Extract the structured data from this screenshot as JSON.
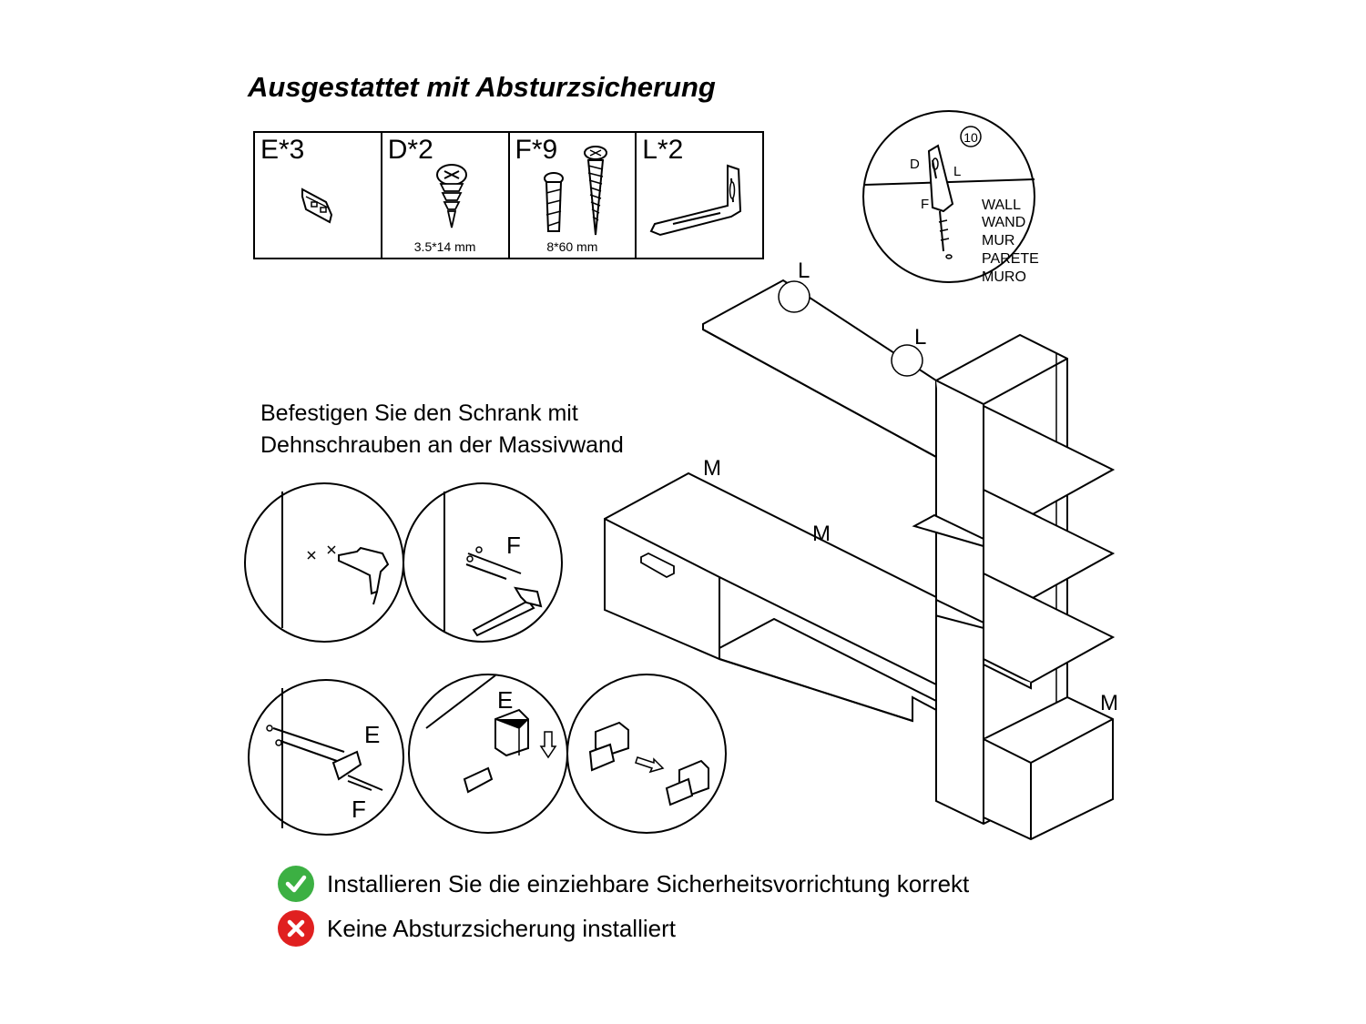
{
  "title": "Ausgestattet mit Absturzsicherung",
  "parts": [
    {
      "label": "E*3",
      "size": ""
    },
    {
      "label": "D*2",
      "size": "3.5*14 mm"
    },
    {
      "label": "F*9",
      "size": "8*60 mm"
    },
    {
      "label": "L*2",
      "size": ""
    }
  ],
  "wall_detail": {
    "step": "10",
    "labels": {
      "d": "D",
      "l": "L",
      "f": "F"
    },
    "wall_words": [
      "WALL",
      "WAND",
      "MUR",
      "PARETE",
      "MURO"
    ]
  },
  "instruction_lines": [
    "Befestigen Sie den Schrank mit",
    "Dehnschrauben an der Massivwand"
  ],
  "cabinet_labels": {
    "l1": "L",
    "l2": "L",
    "m1": "M",
    "m2": "M",
    "m3": "M"
  },
  "detail_labels": {
    "f_top": "F",
    "e_left": "E",
    "f_left": "F",
    "e_mid": "E"
  },
  "legend": [
    {
      "text": "Installieren Sie die einziehbare Sicherheitsvorrichtung korrekt",
      "status": "correct",
      "color": "#3cb043"
    },
    {
      "text": "Keine Absturzsicherung installiert",
      "status": "wrong",
      "color": "#e02020"
    }
  ]
}
